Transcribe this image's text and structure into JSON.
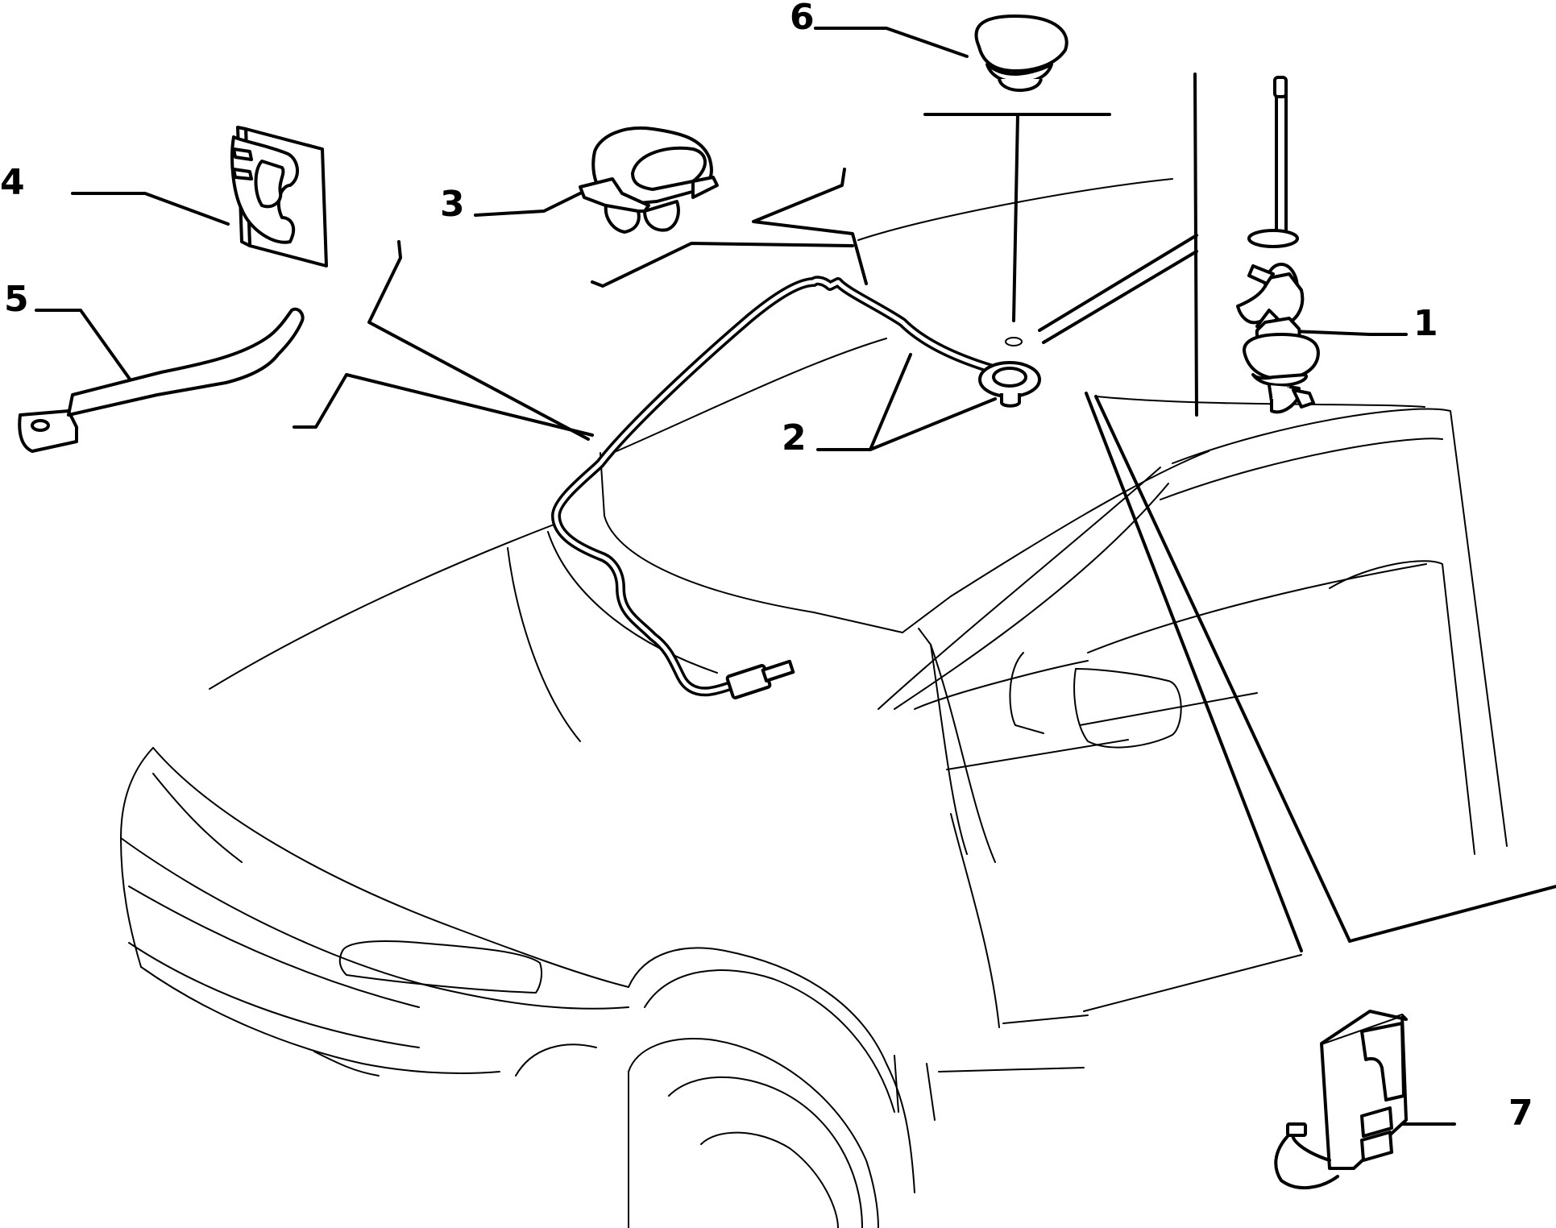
{
  "callouts": {
    "c1": "1",
    "c2": "2",
    "c3": "3",
    "c4": "4",
    "c5": "5",
    "c6": "6",
    "c7": "7"
  },
  "parts": {
    "p1": "antenna-mast-with-base",
    "p2": "antenna-cable-with-grommet",
    "p3": "cable-clip",
    "p4": "cable-retainer-clip",
    "p5": "cable-tie",
    "p6": "antenna-cap",
    "p7": "antenna-amplifier-module"
  },
  "colors": {
    "ink": "#000000",
    "paper": "#ffffff"
  }
}
